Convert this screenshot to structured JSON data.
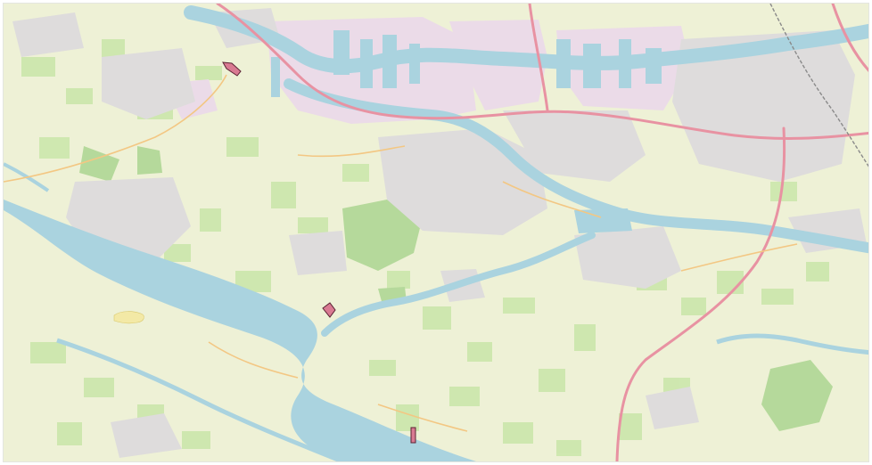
{
  "map": {
    "colors": {
      "land": "#eef1d6",
      "field_green": "#c9e6a9",
      "meadow": "#dff0c4",
      "forest": "#b5d99b",
      "water": "#aad3df",
      "water_dark": "#9cc7d8",
      "urban": "#e0dfdf",
      "industrial": "#ebdbe8",
      "highway": "#e892a2",
      "road_primary": "#fcd6a4",
      "road_minor": "#ffffff",
      "railway": "#8a8a8a",
      "marker_fill": "#d97a92",
      "marker_stroke": "#5a2233"
    },
    "feature_names": [
      "river",
      "estuary",
      "harbour-basins",
      "highway",
      "railway",
      "built-up-area",
      "industrial-area",
      "sandbank",
      "parcel-marker"
    ],
    "markers": [
      {
        "name": "parcel-marker-north"
      },
      {
        "name": "parcel-marker-middle"
      },
      {
        "name": "parcel-marker-south"
      }
    ]
  }
}
